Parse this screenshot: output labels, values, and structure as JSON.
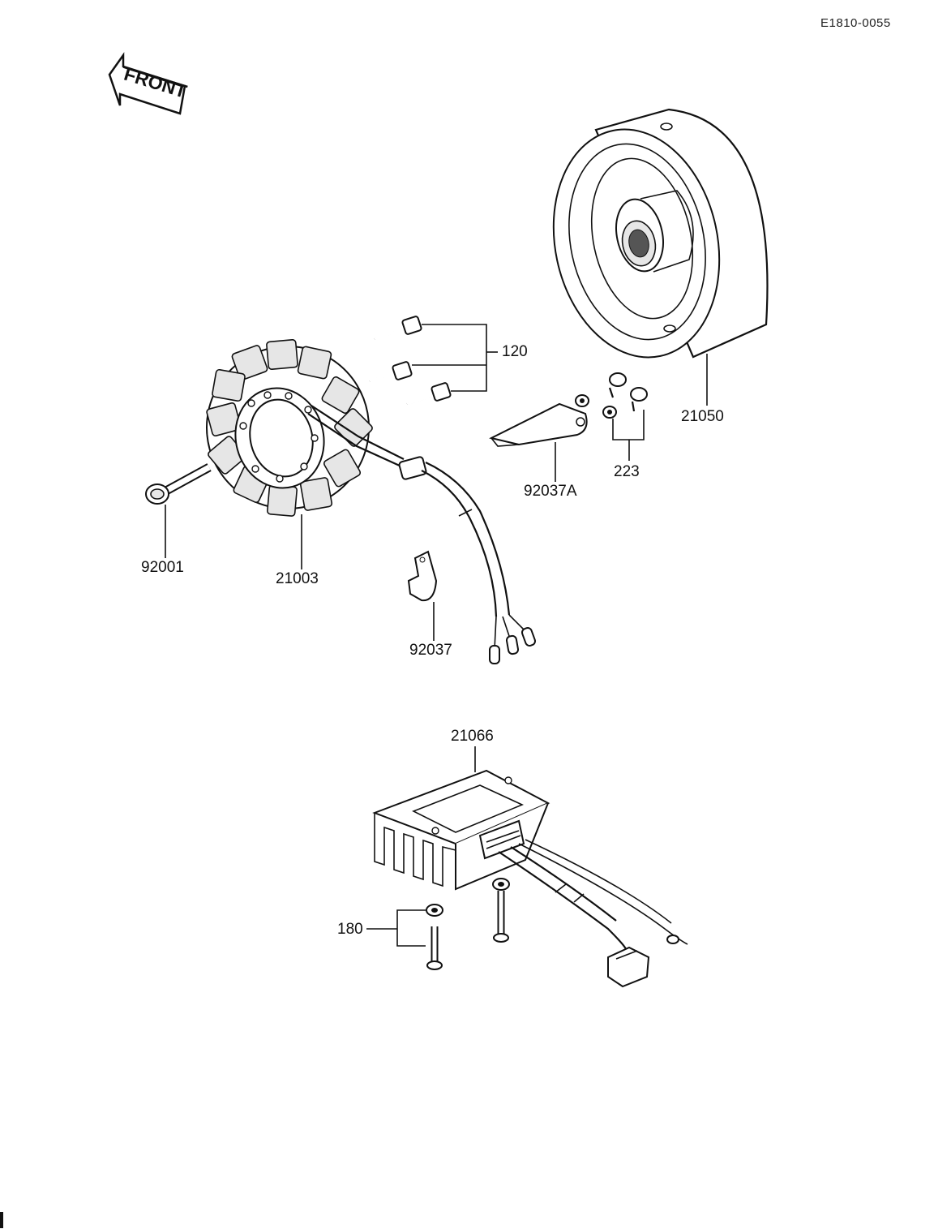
{
  "diagram": {
    "drawing_code": "E1810-0055",
    "front_label": "FRONT",
    "callouts": {
      "p120": "120",
      "p21050": "21050",
      "p223": "223",
      "p92037A": "92037A",
      "p92001": "92001",
      "p21003": "21003",
      "p92037": "92037",
      "p21066": "21066",
      "p180": "180"
    }
  }
}
